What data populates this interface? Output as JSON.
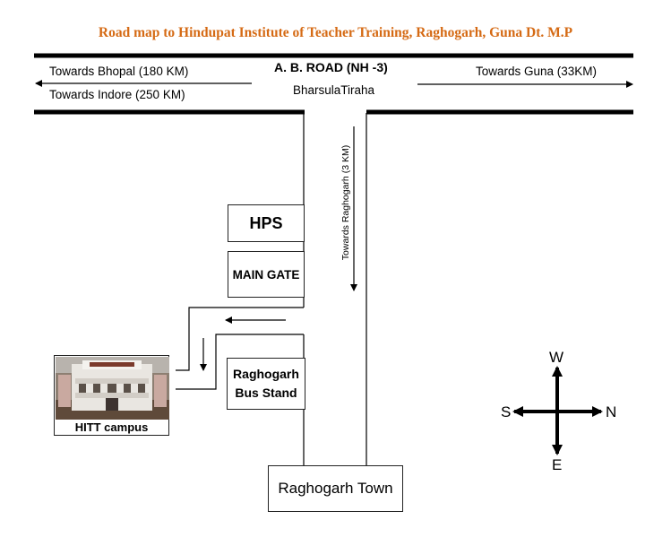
{
  "title": "Road map to Hindupat Institute of Teacher Training, Raghogarh, Guna Dt. M.P",
  "highway": {
    "name": "A. B.  ROAD (NH -3)",
    "junction": "BharsulaTiraha",
    "towards_bhopal": "Towards Bhopal (180 KM)",
    "towards_indore": "Towards Indore  (250 KM)",
    "towards_guna": "Towards Guna (33KM)"
  },
  "side_road": {
    "label": "Towards Raghogarh (3 KM)"
  },
  "landmarks": {
    "hps": "HPS",
    "main_gate": "MAIN GATE",
    "bus_stand_line1": "Raghogarh",
    "bus_stand_line2": "Bus Stand",
    "town": "Raghogarh Town",
    "campus": "HITT campus"
  },
  "compass": {
    "north": "N",
    "south": "S",
    "east": "E",
    "west": "W"
  },
  "colors": {
    "title": "#d56a14",
    "road": "#000000"
  }
}
